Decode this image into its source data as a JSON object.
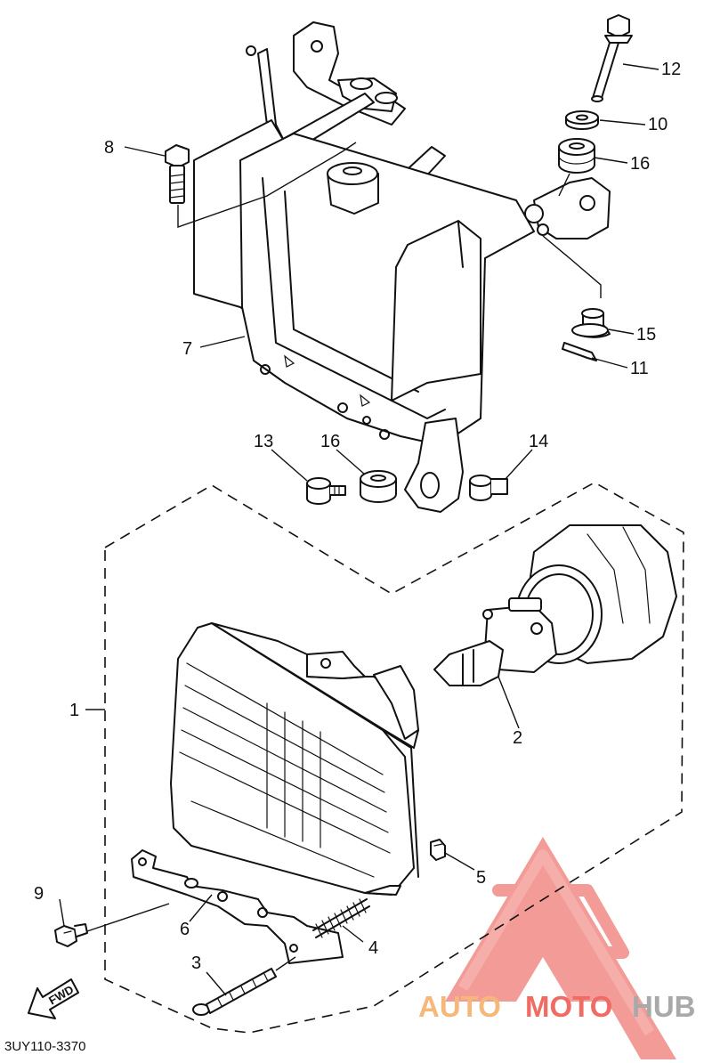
{
  "diagram": {
    "code": "3UY110-3370",
    "fwd_label": "FWD",
    "callouts": {
      "c1": "1",
      "c2": "2",
      "c3": "3",
      "c4": "4",
      "c5": "5",
      "c6": "6",
      "c7": "7",
      "c8": "8",
      "c9": "9",
      "c10": "10",
      "c11": "11",
      "c12": "12",
      "c13": "13",
      "c14": "14",
      "c15": "15",
      "c16a": "16",
      "c16b": "16"
    }
  },
  "watermark": {
    "part1": "AUTO",
    "part2": "MOTO",
    "part3": "HUB",
    "color_auto": "#f5b87a",
    "color_moto": "#ef6b63",
    "color_hub": "#a9a9a9",
    "logo_color": "#f08a86"
  }
}
